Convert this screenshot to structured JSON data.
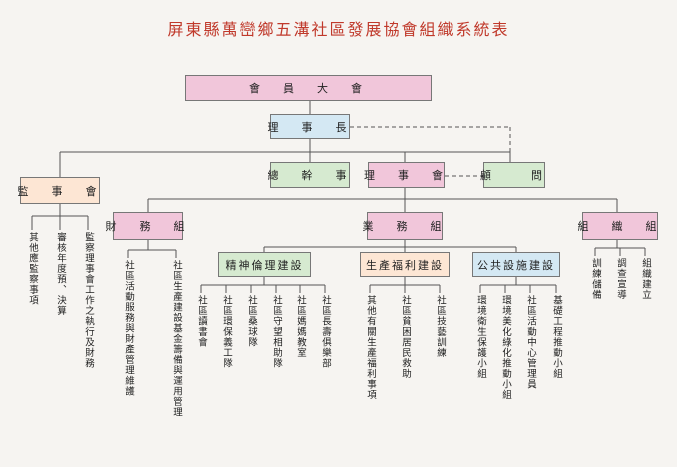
{
  "title": "屏東縣萬巒鄉五溝社區發展協會組織系統表",
  "nodes": {
    "assembly": "會　員　大　會",
    "chairman": "理　事　長",
    "secretary_general": "總　幹　事",
    "board": "理　事　會",
    "supervisors": "監　事　會",
    "advisors": "顧　　問",
    "finance": "財　務　組",
    "business": "業　務　組",
    "organization": "組　織　組",
    "ethics": "精神倫理建設",
    "welfare": "生產福利建設",
    "public": "公共設施建設"
  },
  "leaves": {
    "supervisors": [
      "其他應監察事項",
      "審核年度預、決算",
      "監察理事會工作之執行及財務"
    ],
    "finance": [
      "社區活動服務與財產管理維護",
      "社區生產建設基金籌備與運用管理"
    ],
    "ethics": [
      "社區讀書會",
      "社區環保義工隊",
      "社區桑球隊",
      "社區守望相助隊",
      "社區媽媽教室",
      "社區長壽俱樂部"
    ],
    "welfare": [
      "其他有關生產福利事項",
      "社區貧困居民救助",
      "社區技藝訓練"
    ],
    "public": [
      "環境衛生保護小組",
      "環境美化綠化推動小組",
      "社區活動中心管理員",
      "基礎工程推動小組"
    ],
    "organization": [
      "訓練儲備",
      "調查宣導",
      "組織建立"
    ]
  }
}
